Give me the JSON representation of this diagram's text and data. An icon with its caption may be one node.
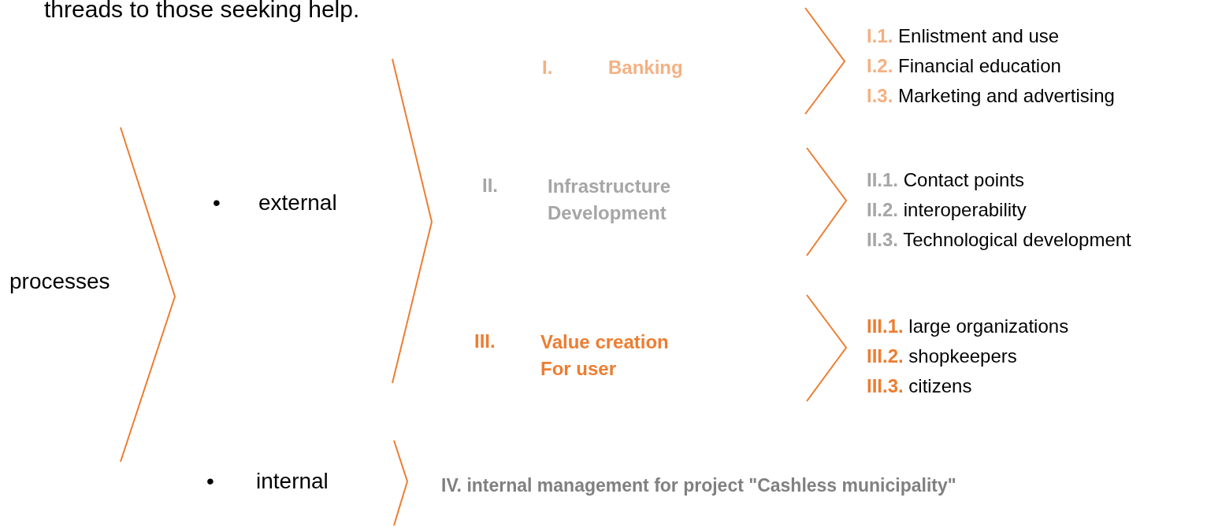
{
  "diagram": {
    "labels": [
      "threads to those seeking help.",
      "processes",
      "•",
      "external",
      "I.",
      "Banking",
      "**I.1.** Enlistment and use",
      "**I.2.** Financial education",
      "**I.3.** Marketing and advertising",
      "II.",
      "Infrastructure Development",
      "**II.1.** Contact points",
      "**II.2.** interoperability",
      "**II.3.** Technological development",
      "III.",
      "Value creation For user",
      "**III.1.** large organizations",
      "**III.2.** shopkeepers",
      "**III.3.** citizens",
      "•",
      "internal",
      "IV. internal management for project \"Cashless municipality\""
    ]
  }
}
